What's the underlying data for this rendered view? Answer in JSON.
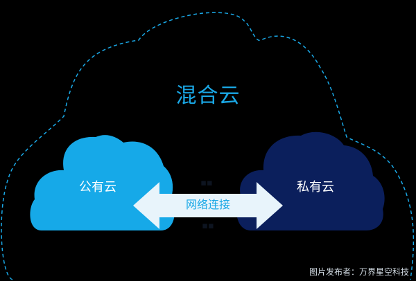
{
  "diagram": {
    "title": "混合云",
    "public_cloud": {
      "label": "公有云",
      "color": "#16a9e8"
    },
    "private_cloud": {
      "label": "私有云",
      "color": "#0b1f5c"
    },
    "connection": {
      "label": "网络连接",
      "arrow_color": "#e8f4fb"
    },
    "outline_color": "#1aa8e6"
  },
  "credit": "图片发布者：万界星空科技"
}
